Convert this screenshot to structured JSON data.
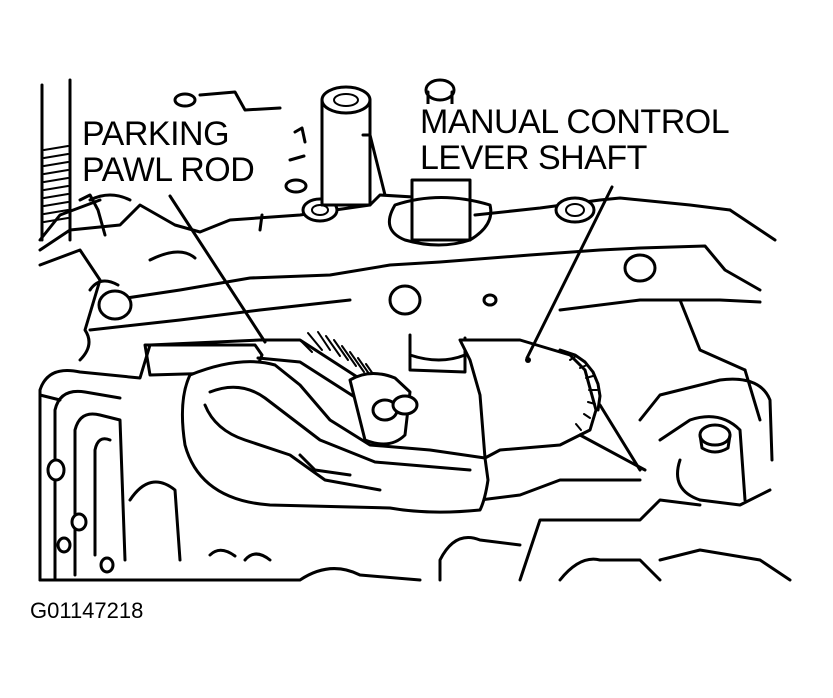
{
  "labels": {
    "parking_pawl_rod": [
      "PARKING",
      "PAWL ROD"
    ],
    "manual_control_lever_shaft": [
      "MANUAL CONTROL",
      "LEVER SHAFT"
    ]
  },
  "figure_id": "G01147218"
}
